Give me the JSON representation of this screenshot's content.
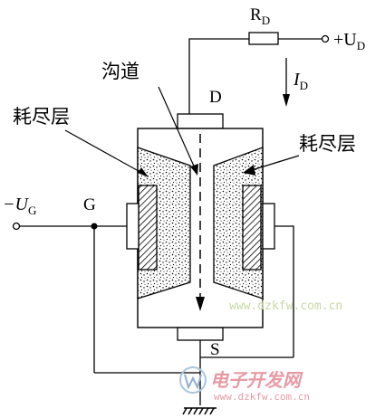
{
  "labels": {
    "resistor": "R",
    "resistor_sub": "D",
    "supply": "+U",
    "supply_sub": "D",
    "current": "I",
    "current_sub": "D",
    "channel": "沟道",
    "drain": "D",
    "depletion_left": "耗尽层",
    "depletion_right": "耗尽层",
    "gate_voltage": "−U",
    "gate_voltage_sub": "G",
    "gate": "G",
    "source": "S"
  },
  "watermark": {
    "url_top": "www.dzkfw.com.cn",
    "brand": "电子开发网",
    "url_bottom": "www.dzkfw.com.cn"
  }
}
